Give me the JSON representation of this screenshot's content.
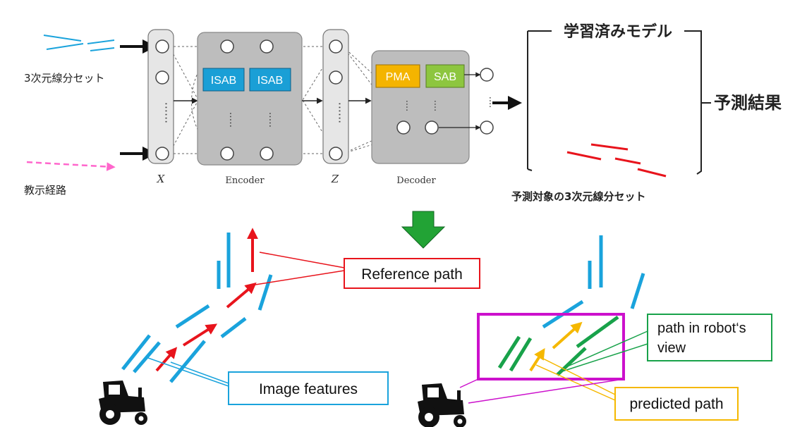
{
  "inputs": {
    "line_segments": "3次元線分セット",
    "teaching_path": "教示経路"
  },
  "network": {
    "x_label": "X",
    "z_label": "Z",
    "encoder_label": "Encoder",
    "decoder_label": "Decoder",
    "isab_1": "ISAB",
    "isab_2": "ISAB",
    "pma": "PMA",
    "sab": "SAB"
  },
  "output": {
    "trained_model": "学習済みモデル",
    "prediction_result": "予測結果",
    "target_segments": "予測対象の3次元線分セット"
  },
  "bottom_left": {
    "reference_path": "Reference path",
    "image_features": "Image features"
  },
  "bottom_right": {
    "path_in_view_line1": "path in robot‘s",
    "path_in_view_line2": "view",
    "predicted_path": "predicted path"
  },
  "colors": {
    "blue_segment": "#1aa3dc",
    "pink_dashed": "#ff66cc",
    "red": "#e8141c",
    "green": "#18a24a",
    "yellow": "#f5b800",
    "purple": "#cc11cc",
    "isab_fill": "#1a9fd6",
    "pma_fill": "#f4b400",
    "sab_fill": "#8dc63f",
    "block_gray": "#bdbdbd",
    "down_arrow": "#22a335"
  }
}
